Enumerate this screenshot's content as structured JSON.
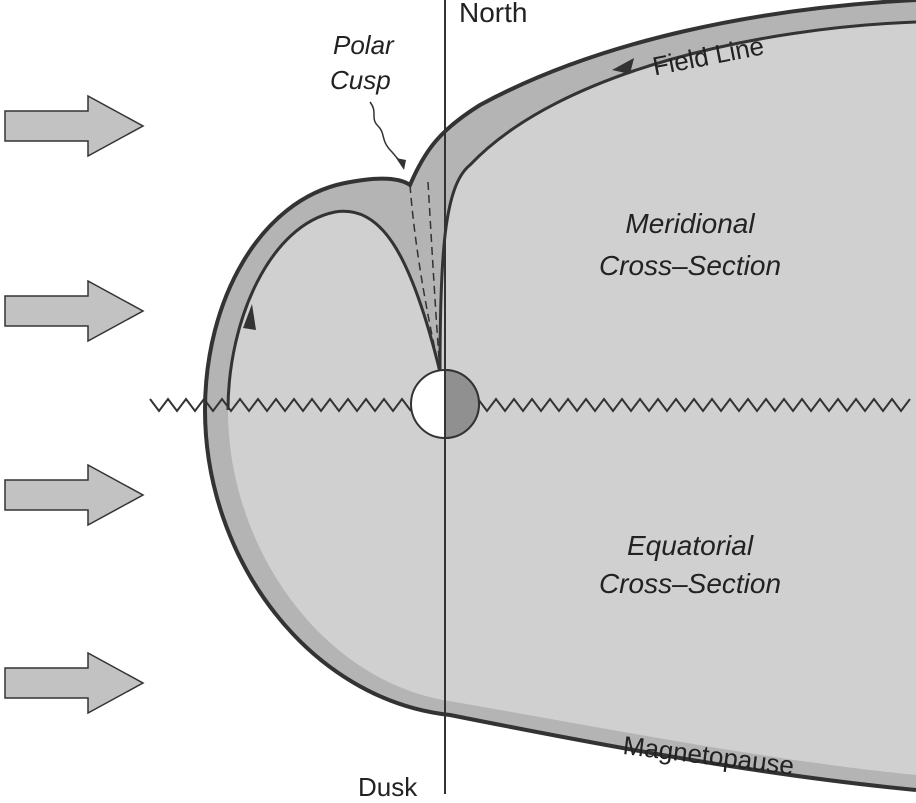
{
  "labels": {
    "north": "North",
    "polar_cusp_line1": "Polar",
    "polar_cusp_line2": "Cusp",
    "field_line": "Field Line",
    "meridional_line1": "Meridional",
    "meridional_line2": "Cross–Section",
    "equatorial_line1": "Equatorial",
    "equatorial_line2": "Cross–Section",
    "magnetopause": "Magnetopause",
    "dusk": "Dusk"
  },
  "solar_wind_arrows": 4,
  "colors": {
    "outline": "#333333",
    "outer_fill": "#b4b4b4",
    "inner_fill": "#d0d0d0",
    "arrow_fill": "#c2c2c2",
    "background": "#ffffff",
    "label_text": "#222222"
  }
}
